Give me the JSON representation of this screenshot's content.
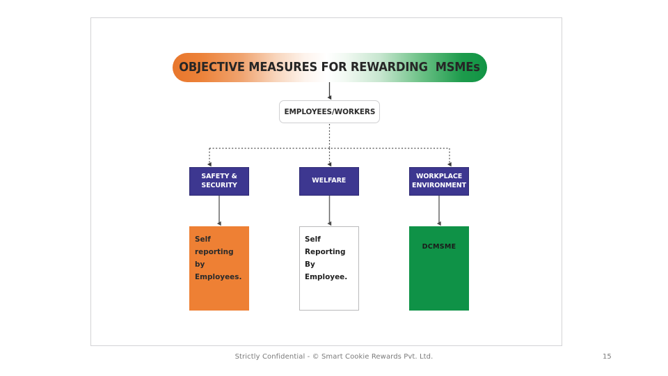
{
  "slide": {
    "title": "OBJECTIVE MEASURES FOR REWARDING  MSMEs",
    "root_node": "EMPLOYEES/WORKERS",
    "footer": "Strictly Confidential - © Smart Cookie Rewards Pvt. Ltd.",
    "page_number": "15"
  },
  "colors": {
    "banner_start": "#e8762c",
    "banner_mid": "#ffffff",
    "banner_end": "#119444",
    "category_fill": "#3d3790",
    "orange_fill": "#ee8034",
    "green_fill": "#0f9247",
    "white_fill": "#ffffff",
    "connector": "#595959",
    "frame_border": "#d3d3d5"
  },
  "categories": [
    {
      "label": "SAFETY &\nSECURITY"
    },
    {
      "label": "WELFARE"
    },
    {
      "label": "WORKPLACE\nENVIRONMENT"
    }
  ],
  "outcomes": [
    {
      "label": "Self reporting\nby Employees."
    },
    {
      "label": "Self Reporting\nBy Employee."
    },
    {
      "label": "DCMSME"
    }
  ],
  "icons": {
    "arrow_down": "arrow-down-icon",
    "dotted_branch": "dotted-branch-connector-icon"
  }
}
